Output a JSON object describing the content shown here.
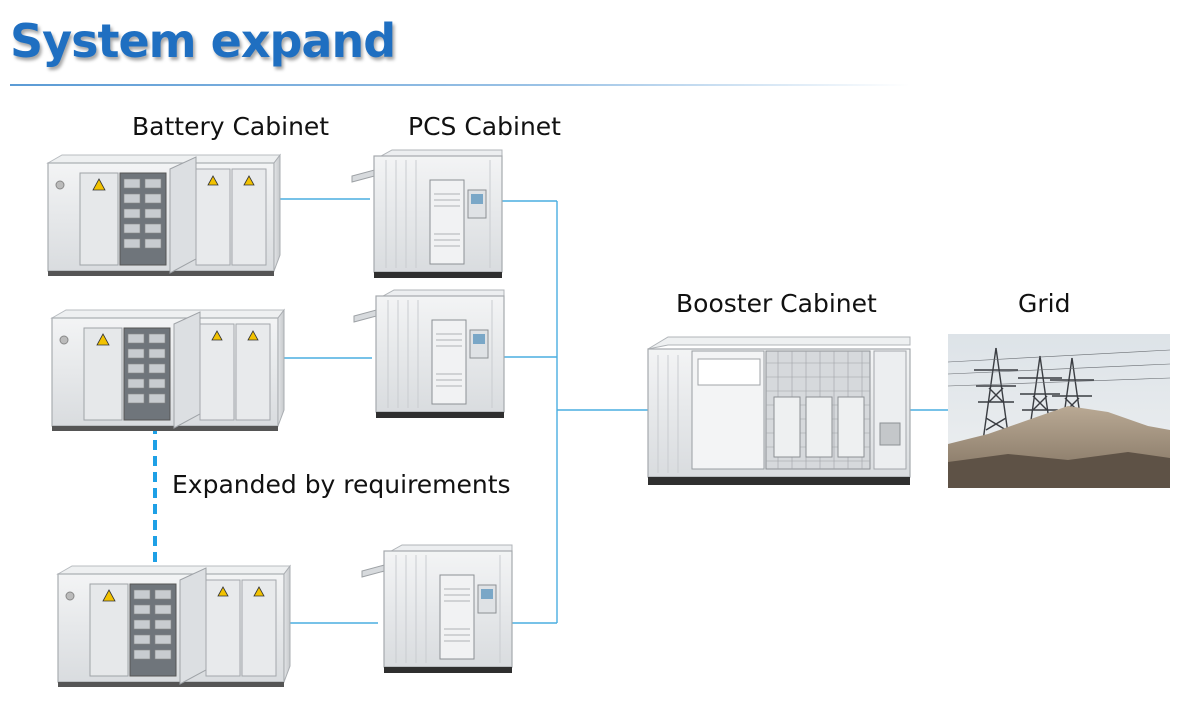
{
  "title": "System expand",
  "labels": {
    "battery_cabinet": "Battery Cabinet",
    "pcs_cabinet": "PCS Cabinet",
    "booster_cabinet": "Booster Cabinet",
    "grid": "Grid",
    "expanded": "Expanded by requirements"
  },
  "colors": {
    "title": "#1f6fc1",
    "connector": "#4aaee0",
    "expand_dash": "#1ea0e6"
  }
}
